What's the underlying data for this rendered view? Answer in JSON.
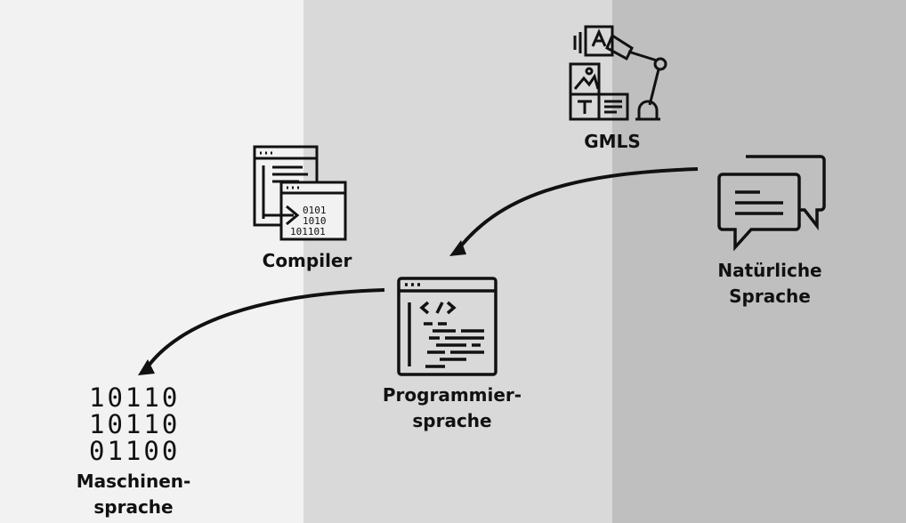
{
  "labels": {
    "gmls": "GMLS",
    "natural_language": "Natürliche\nSprache",
    "compiler": "Compiler",
    "programming_language": "Programmier-\nsprache",
    "machine_language": "Maschinen-\nsprache"
  },
  "machine_code": "10110\n10110\n01100",
  "colors": {
    "band_light": "#f2f2f2",
    "band_mid": "#d9d9d9",
    "band_dark": "#bfbfbf",
    "stroke": "#111111"
  }
}
